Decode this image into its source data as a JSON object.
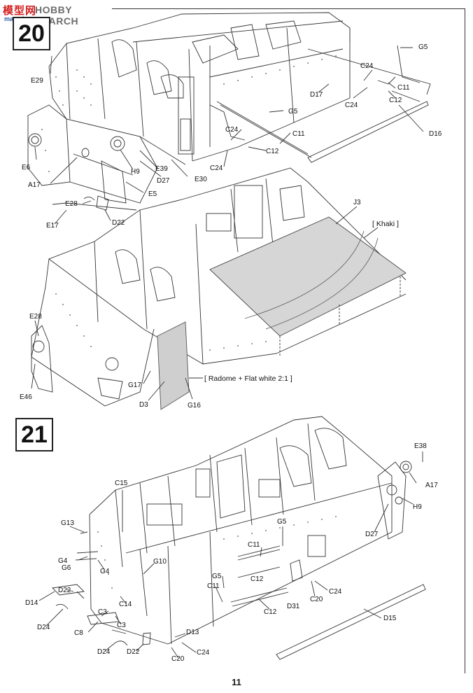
{
  "watermark": {
    "logo": "模型网",
    "search": "HOBBY SEARCH",
    "site": "mae-shan.com"
  },
  "steps": {
    "step20": "20",
    "step21": "21"
  },
  "notes": {
    "khaki": "[ Khaki ]",
    "radome": "[ Radome + Flat white 2:1 ]"
  },
  "page_number": "11",
  "labels_step20a": [
    "E29",
    "G5",
    "C24",
    "C11",
    "C12",
    "D17",
    "C24",
    "G5",
    "D16",
    "C24",
    "C11",
    "C12",
    "C24",
    "E6",
    "H9",
    "E39",
    "D27",
    "E30",
    "A17",
    "E5",
    "E28",
    "E17",
    "D22"
  ],
  "labels_step20b": [
    "J3",
    "E28",
    "E46",
    "G17",
    "D3",
    "G16"
  ],
  "labels_step21": [
    "E38",
    "A17",
    "H9",
    "C15",
    "D27",
    "G13",
    "G5",
    "G4",
    "G6",
    "G4",
    "G10",
    "C11",
    "D22",
    "D14",
    "C14",
    "G5",
    "C11",
    "C12",
    "C24",
    "C20",
    "C12",
    "D31",
    "D15",
    "C3",
    "D24",
    "C8",
    "C3",
    "D24",
    "D22",
    "D13",
    "C24",
    "C20"
  ]
}
